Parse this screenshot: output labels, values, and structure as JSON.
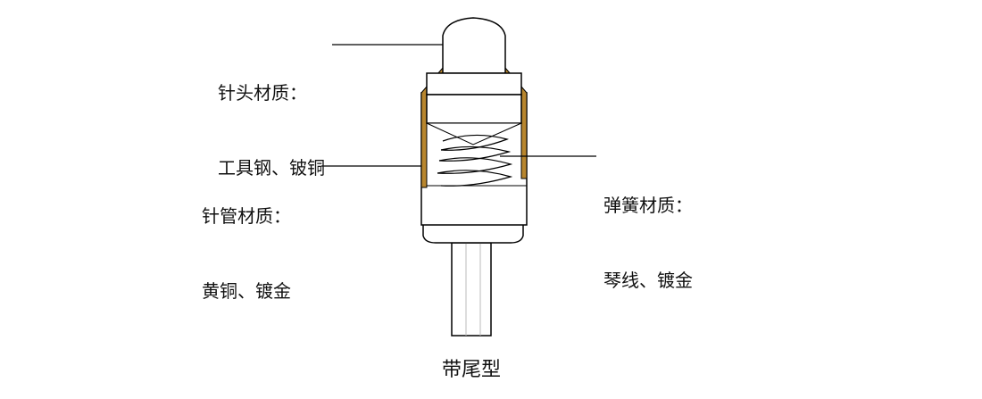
{
  "labels": {
    "tip": {
      "line1": "针头材质：",
      "line2": "工具钢、铍铜"
    },
    "barrel": {
      "line1": "针管材质：",
      "line2": "黄铜、镀金"
    },
    "spring": {
      "line1": "弹簧材质：",
      "line2": "琴线、镀金"
    }
  },
  "caption": "带尾型",
  "colors": {
    "plating": "#b8862e",
    "outline": "#000000",
    "body": "#ffffff"
  }
}
